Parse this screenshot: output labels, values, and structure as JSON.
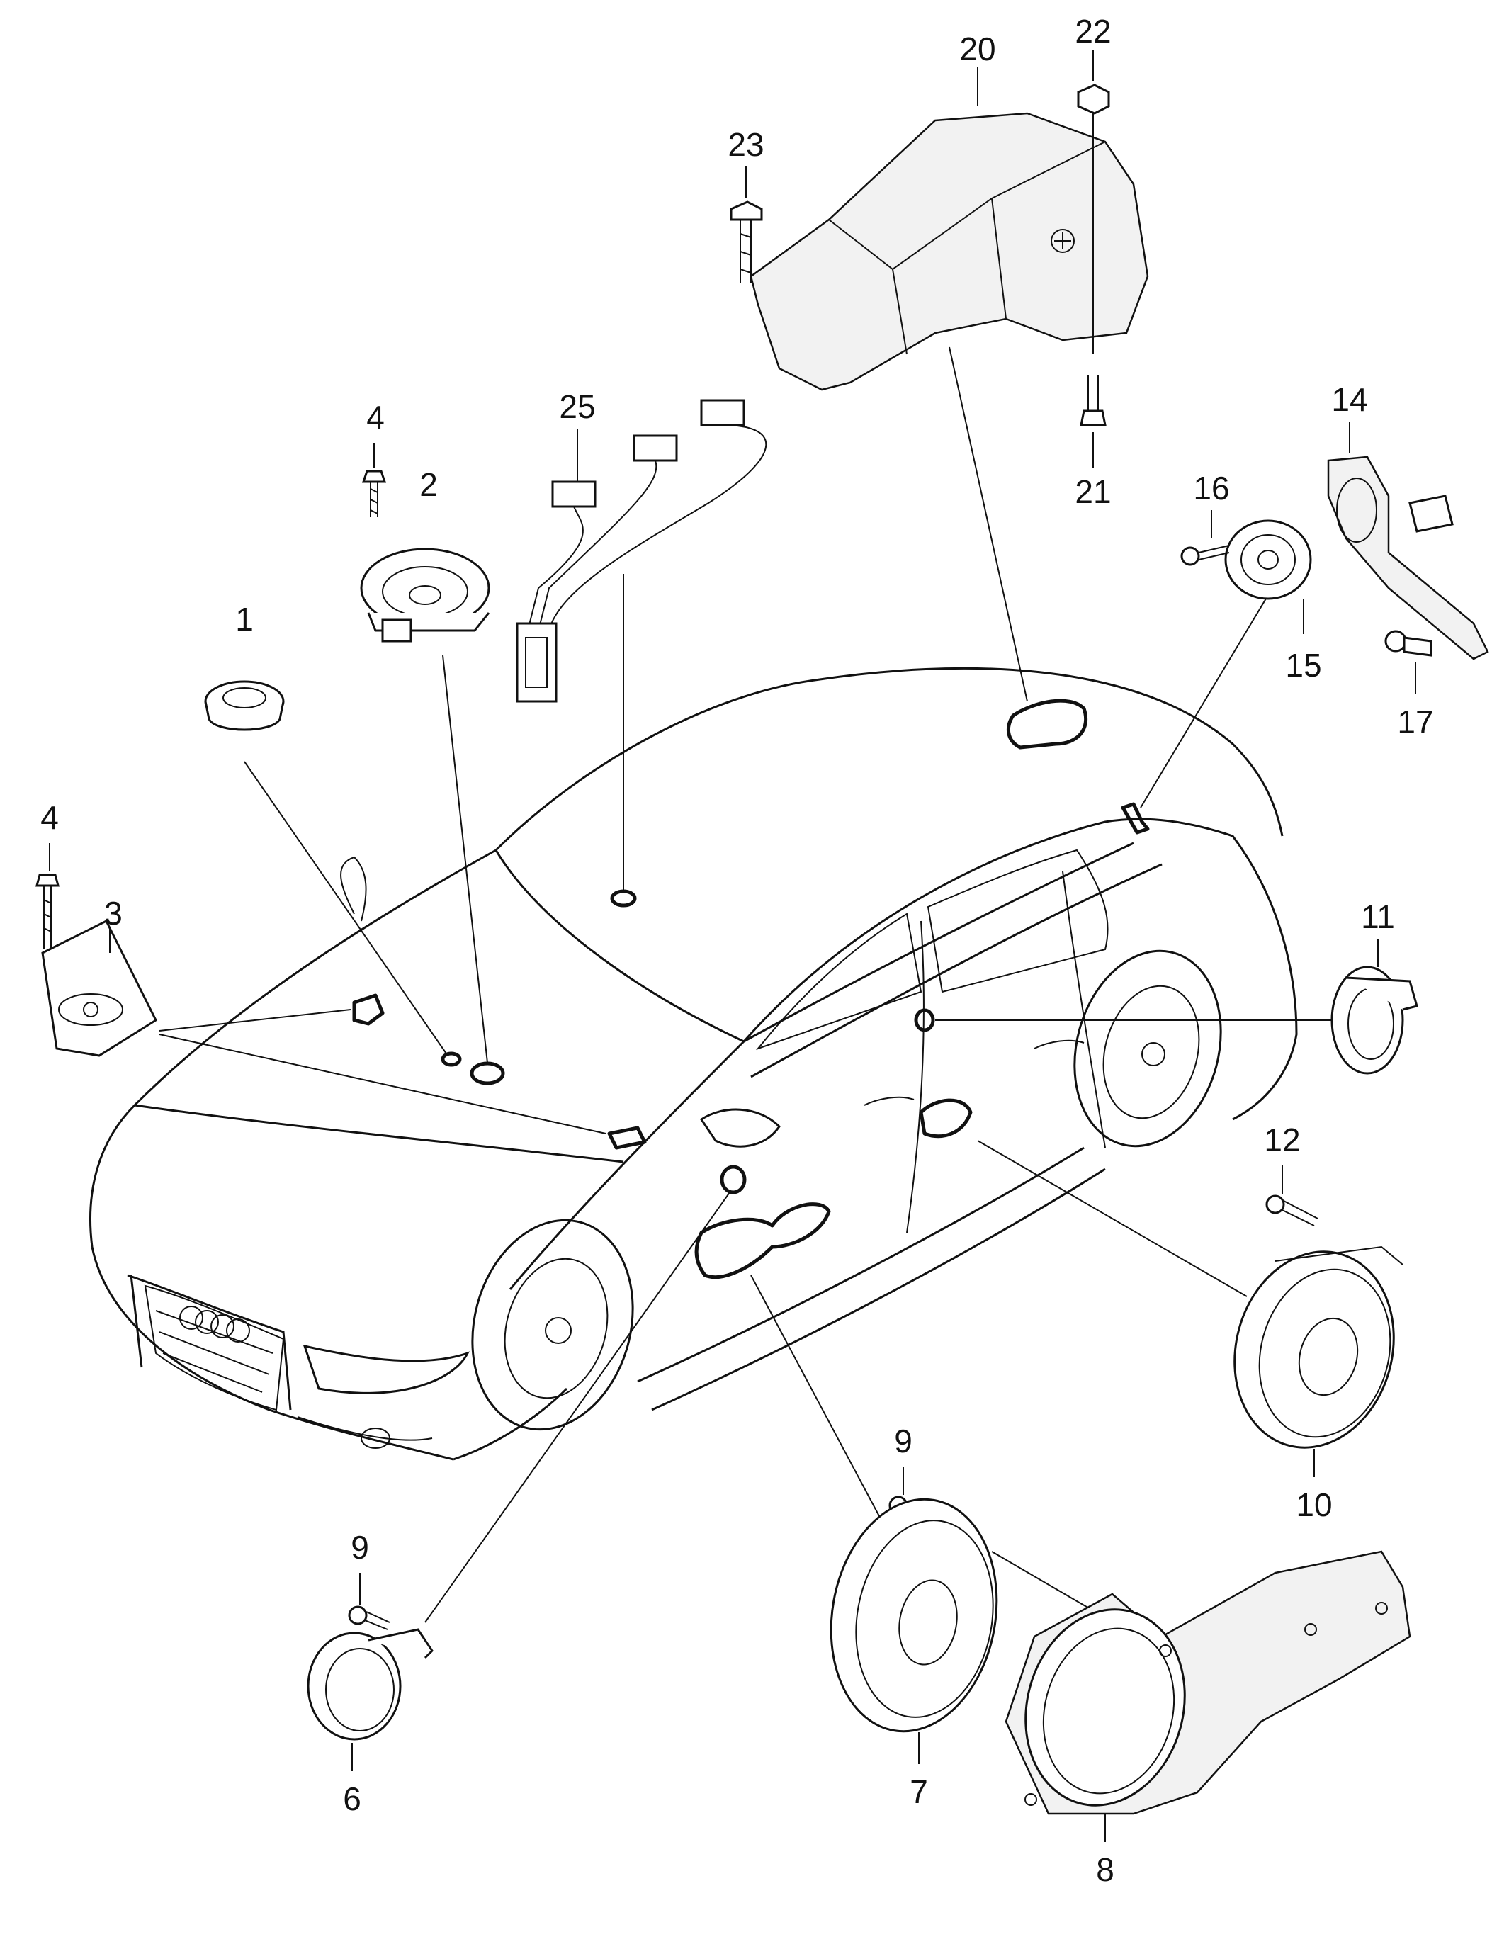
{
  "callouts": [
    {
      "id": "1",
      "text": "1"
    },
    {
      "id": "2",
      "text": "2"
    },
    {
      "id": "3",
      "text": "3"
    },
    {
      "id": "4a",
      "text": "4"
    },
    {
      "id": "4b",
      "text": "4"
    },
    {
      "id": "6",
      "text": "6"
    },
    {
      "id": "7",
      "text": "7"
    },
    {
      "id": "8",
      "text": "8"
    },
    {
      "id": "9a",
      "text": "9"
    },
    {
      "id": "9b",
      "text": "9"
    },
    {
      "id": "10",
      "text": "10"
    },
    {
      "id": "11",
      "text": "11"
    },
    {
      "id": "12",
      "text": "12"
    },
    {
      "id": "14",
      "text": "14"
    },
    {
      "id": "15",
      "text": "15"
    },
    {
      "id": "16",
      "text": "16"
    },
    {
      "id": "17",
      "text": "17"
    },
    {
      "id": "20",
      "text": "20"
    },
    {
      "id": "21",
      "text": "21"
    },
    {
      "id": "22",
      "text": "22"
    },
    {
      "id": "23",
      "text": "23"
    },
    {
      "id": "25",
      "text": "25"
    }
  ]
}
